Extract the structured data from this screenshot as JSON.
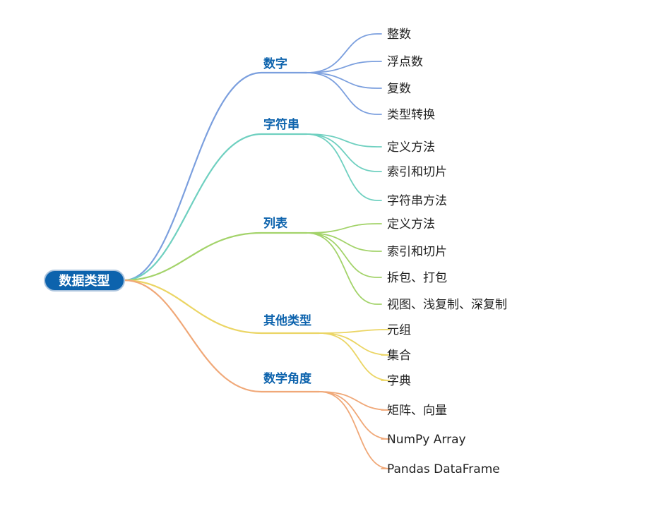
{
  "root": {
    "label": "数据类型",
    "color": "#0d63ad",
    "border_color": "#aac3dd"
  },
  "branches": [
    {
      "label": "数字",
      "color": "#7b9fde",
      "label_color": "#0d63ad",
      "children": [
        "整数",
        "浮点数",
        "复数",
        "类型转换"
      ]
    },
    {
      "label": "字符串",
      "color": "#6fd0c0",
      "label_color": "#0d63ad",
      "children": [
        "定义方法",
        "索引和切片",
        "字符串方法"
      ]
    },
    {
      "label": "列表",
      "color": "#a3d36a",
      "label_color": "#0d63ad",
      "children": [
        "定义方法",
        "索引和切片",
        "拆包、打包",
        "视图、浅复制、深复制"
      ]
    },
    {
      "label": "其他类型",
      "color": "#ebd564",
      "label_color": "#0d63ad",
      "children": [
        "元组",
        "集合",
        "字典"
      ]
    },
    {
      "label": "数学角度",
      "color": "#f0a878",
      "label_color": "#0d63ad",
      "children": [
        "矩阵、向量",
        "NumPy Array",
        "Pandas DataFrame"
      ]
    }
  ]
}
